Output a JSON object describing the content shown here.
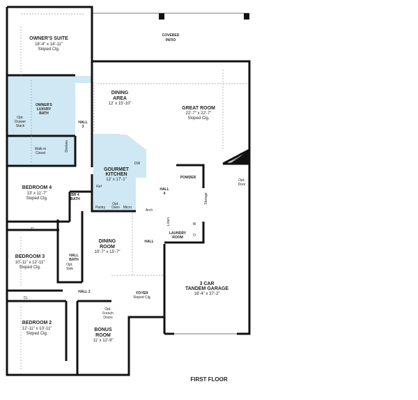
{
  "plan_title": "FIRST FLOOR",
  "highlight_color": "#cfe8f3",
  "rooms": {
    "owners_suite": {
      "name": "OWNER'S SUITE",
      "size": "18'-4\" x 14'-11\"",
      "note": "Sloped Clg."
    },
    "covered_patio": {
      "name1": "COVERED",
      "name2": "PATIO"
    },
    "owners_bath": {
      "name1": "OWNER'S",
      "name2": "LUXURY",
      "name3": "BATH",
      "drawer1": "Opt.",
      "drawer2": "Drawer",
      "drawer3": "Stack"
    },
    "walk_in_closet": {
      "name1": "Walk-in",
      "name2": "Closet"
    },
    "dining_area": {
      "name1": "DINING",
      "name2": "AREA",
      "size": "12' x 15'-10\""
    },
    "great_room": {
      "name": "GREAT ROOM",
      "size": "22'-7\" x 22'-7\"",
      "note": "Sloped Clg."
    },
    "hall3": {
      "name1": "HALL",
      "name2": "3"
    },
    "kitchen": {
      "name1": "GOURMET",
      "name2": "KITCHEN",
      "size": "12' x 17'-1\"",
      "dw": "DW",
      "ref": "Ref",
      "pantry": "Pantry",
      "oven1": "Opt.",
      "oven2": "Oven",
      "micro": "Micro"
    },
    "bedroom4": {
      "name": "BEDROOM 4",
      "size": "13' x 11'-7\"",
      "note": "Sloped Clg."
    },
    "br4_bath": {
      "name1": "BR 4",
      "name2": "BATH"
    },
    "powder": {
      "name": "POWDER"
    },
    "hall4": {
      "name1": "HALL",
      "name2": "4"
    },
    "fireplace": "Fireplace",
    "opt_door": {
      "l1": "Opt.",
      "l2": "Door"
    },
    "storage": "Storage",
    "linen": "Linen",
    "shelves": "Shelves",
    "laundry": {
      "name1": "LAUNDRY",
      "name2": "ROOM",
      "w": "W",
      "d": "D"
    },
    "dining_room": {
      "name1": "DINING",
      "name2": "ROOM",
      "size": "10'-7\" x 15'-7\""
    },
    "hall": "HALL",
    "bedroom3": {
      "name": "BEDROOM 3",
      "size": "10'-11\" x 12'-11\"",
      "note": "Sloped Clg."
    },
    "hall_bath": {
      "name1": "HALL",
      "name2": "BATH",
      "sink1": "Opt.",
      "sink2": "Sink"
    },
    "hall2": "HALL 2",
    "foyer": {
      "name": "FOYER",
      "note": "Sloped Clg."
    },
    "garage": {
      "name1": "3 CAR",
      "name2": "TANDEM GARAGE",
      "size": "18'-4\" x 37'-2\""
    },
    "bedroom2": {
      "name": "BEDROOM 2",
      "size": "12'-11\" x 10'-11\"",
      "note": "Sloped Clg."
    },
    "bonus": {
      "name1": "BONUS",
      "name2": "ROOM",
      "size": "11' x 12'-9\""
    },
    "french_doors": {
      "l1": "Opt.",
      "l2": "French",
      "l3": "Doors"
    },
    "arch": "Arch",
    "cl": "CL"
  }
}
